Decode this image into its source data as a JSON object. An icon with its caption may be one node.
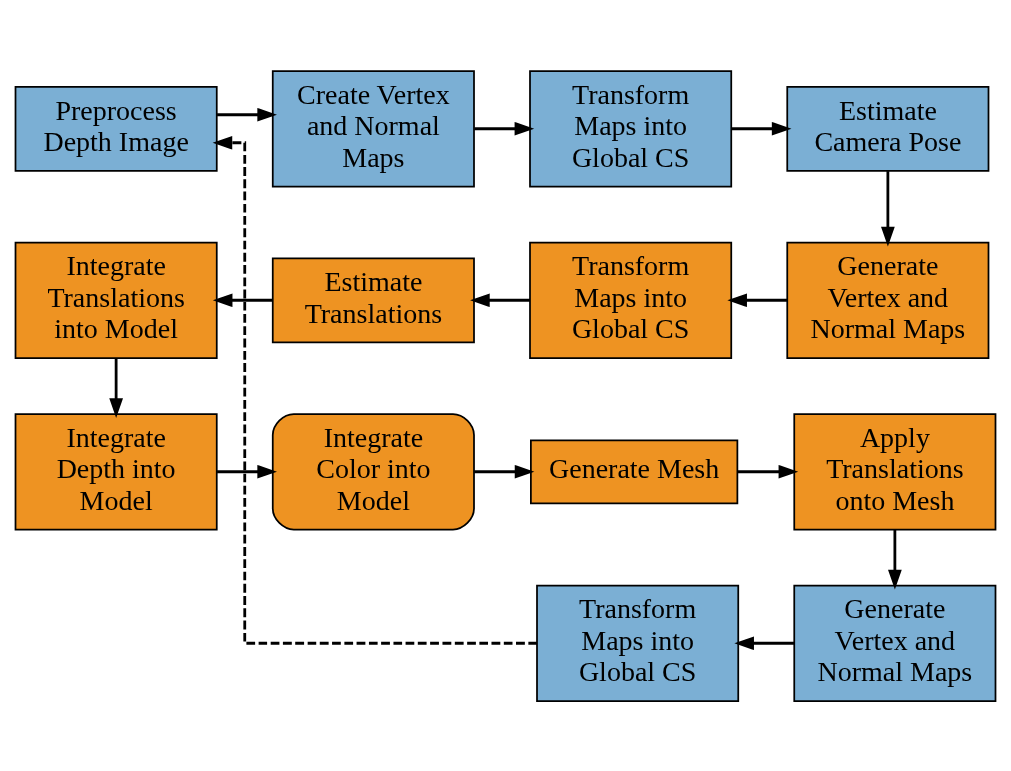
{
  "diagram": {
    "nodes": [
      {
        "text": [
          "Preprocess Depth Image"
        ]
      },
      {
        "text": [
          "Create Vertex and Normal Maps"
        ]
      },
      {
        "text": [
          "Transform Maps into Global CS"
        ]
      },
      {
        "text": [
          "Estimate Camera Pose"
        ]
      },
      {
        "text": [
          "Integrate Translations into Model"
        ]
      },
      {
        "text": [
          "Estimate Translations"
        ]
      },
      {
        "text": [
          "Transform Maps into Global CS"
        ]
      },
      {
        "text": [
          "Generate Vertex and Normal Maps"
        ]
      },
      {
        "text": [
          "Integrate Depth into Model"
        ]
      },
      {
        "text": [
          "Integrate Color into Model"
        ]
      },
      {
        "text": [
          "Generate Mesh"
        ]
      },
      {
        "text": [
          "Apply Translations onto Mesh"
        ]
      },
      {
        "text": [
          "Transform Maps into Global CS"
        ]
      },
      {
        "text": [
          "Generate Vertex and Normal Maps"
        ]
      }
    ],
    "edges": [
      {
        "from": 0,
        "to": 1,
        "arrow": "to"
      },
      {
        "from": 1,
        "to": 2,
        "arrow": "to"
      },
      {
        "from": 2,
        "to": 3,
        "arrow": "to"
      },
      {
        "from": 3,
        "to": 7,
        "arrow": "to"
      },
      {
        "from": 7,
        "to": 6,
        "arrow": "to"
      },
      {
        "from": 6,
        "to": 5,
        "arrow": "to"
      },
      {
        "from": 5,
        "to": 4,
        "arrow": "to"
      },
      {
        "from": 4,
        "to": 8,
        "arrow": "to"
      },
      {
        "from": 8,
        "to": 9,
        "arrow": "to"
      },
      {
        "from": 9,
        "to": 10,
        "arrow": "to"
      },
      {
        "from": 10,
        "to": 11,
        "arrow": "to"
      },
      {
        "from": 11,
        "to": 13,
        "arrow": "to"
      },
      {
        "from": 13,
        "to": 12,
        "arrow": "to"
      },
      {
        "from": 12,
        "to": 0,
        "arrow": "to",
        "style": "dashed"
      }
    ]
  }
}
